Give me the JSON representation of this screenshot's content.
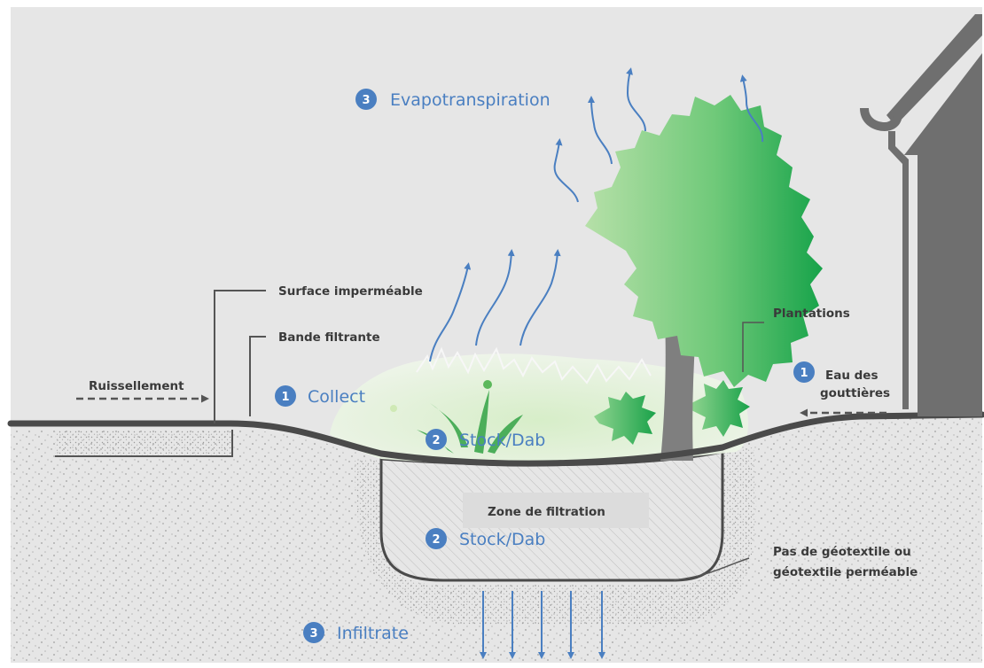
{
  "labels": {
    "surface": "Surface imperméable",
    "bande": "Bande filtrante",
    "ruissellement": "Ruissellement",
    "plantations": "Plantations",
    "eau_line1": "Eau des",
    "eau_line2": "gouttières",
    "zone": "Zone de filtration",
    "geo_line1": "Pas de géotextile ou",
    "geo_line2": "géotextile perméable"
  },
  "steps": {
    "evapo": {
      "num": "3",
      "text": "Evapotranspiration"
    },
    "collect": {
      "num": "1",
      "text": "Collect"
    },
    "stock_top": {
      "num": "2",
      "text": "Stock/Dab"
    },
    "stock_mid": {
      "num": "2",
      "text": "Stock/Dab"
    },
    "infiltrate": {
      "num": "3",
      "text": "Infiltrate"
    },
    "eau_badge": {
      "num": "1"
    }
  },
  "colors": {
    "accent_blue": "#4a7fc1",
    "ground_line": "#4a4a4a",
    "label_text": "#3a3a3a",
    "tree_green_light": "#a9d99b",
    "tree_green_dark": "#1fa84a",
    "trunk": "#7d7d7d",
    "background": "#e6e6e6"
  },
  "icons": [
    "circled-number-badge",
    "up-wave-arrow-icon",
    "down-arrow-icon",
    "dashed-arrow-icon",
    "gutter-icon",
    "house-icon"
  ]
}
